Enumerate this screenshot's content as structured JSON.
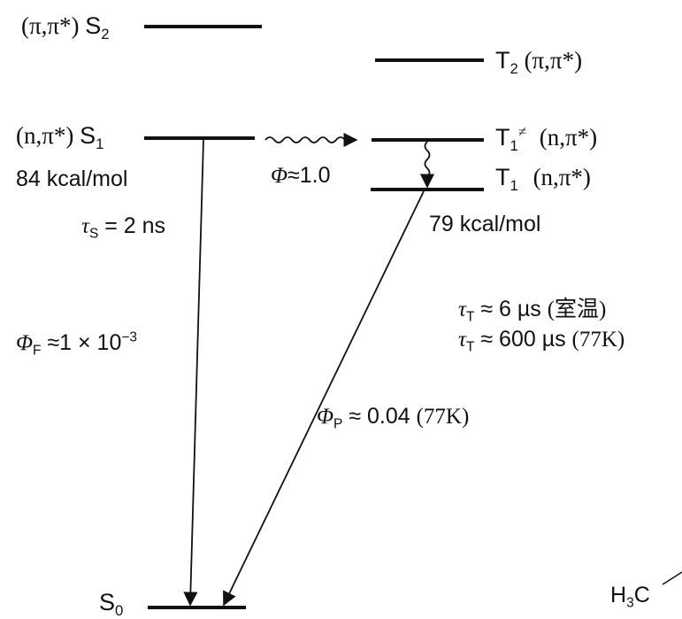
{
  "levels": {
    "S2": {
      "state": "(π,π*)",
      "name": "S",
      "sub": "2"
    },
    "T2": {
      "name": "T",
      "sub": "2",
      "state": "(π,π*)"
    },
    "S1": {
      "state": "(n,π*)",
      "name": "S",
      "sub": "1",
      "energy": "84 kcal/mol"
    },
    "T1_hot": {
      "name": "T",
      "sub": "1",
      "sup": "≠",
      "state": "(n,π*)"
    },
    "T1": {
      "name": "T",
      "sub": "1",
      "state": "(n,π*)",
      "energy": "79 kcal/mol"
    },
    "S0": {
      "name": "S",
      "sub": "0"
    }
  },
  "isc": {
    "symbol": "Φ",
    "value": "≈1.0"
  },
  "singlet_lifetime": {
    "symbol": "τ",
    "sub": "S",
    "value": " = 2 ns"
  },
  "fluorescence": {
    "symbol": "Φ",
    "sub": "F",
    "value": " ≈1 × 10",
    "exp": "−3"
  },
  "triplet_lifetime": [
    {
      "symbol": "τ",
      "sub": "T",
      "value": " ≈ 6 µs ",
      "cond": "(室温)"
    },
    {
      "symbol": "τ",
      "sub": "T",
      "value": " ≈ 600 µs ",
      "cond": "(77K)"
    }
  ],
  "phosphorescence": {
    "symbol": "Φ",
    "sub": "P",
    "value": " ≈ 0.04 ",
    "cond": "(77K)"
  },
  "corner_fragment": {
    "text": "H",
    "sub": "3",
    "text2": "C"
  }
}
